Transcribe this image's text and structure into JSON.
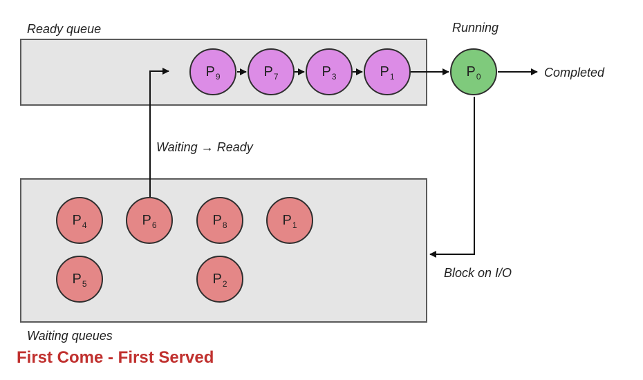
{
  "labels": {
    "ready_queue": "Ready queue",
    "running": "Running",
    "completed": "Completed",
    "waiting_to_ready": "Waiting → Ready",
    "block_on_io": "Block on I/O",
    "waiting_queues": "Waiting queues"
  },
  "ready_queue": [
    {
      "name": "P",
      "sub": "9"
    },
    {
      "name": "P",
      "sub": "7"
    },
    {
      "name": "P",
      "sub": "3"
    },
    {
      "name": "P",
      "sub": "1"
    }
  ],
  "running": {
    "name": "P",
    "sub": "0"
  },
  "waiting_queues": [
    {
      "name": "P",
      "sub": "4"
    },
    {
      "name": "P",
      "sub": "6"
    },
    {
      "name": "P",
      "sub": "8"
    },
    {
      "name": "P",
      "sub": "1"
    },
    {
      "name": "P",
      "sub": "5"
    },
    {
      "name": "P",
      "sub": "2"
    }
  ],
  "caption": "First Come - First Served",
  "colors": {
    "ready": "#dc8ce6",
    "running": "#7fca7c",
    "waiting": "#e48787",
    "box": "#e5e5e5",
    "caption": "#c0302e"
  }
}
